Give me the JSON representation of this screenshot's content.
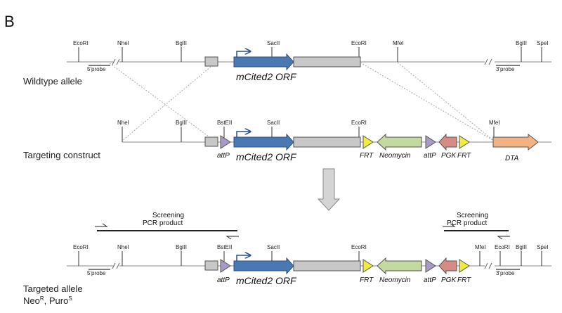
{
  "panel_label": "B",
  "wildtype": {
    "label": "Wildtype allele",
    "sites": {
      "ecori1": "EcoRI",
      "nhei": "NheI",
      "bglii1": "BglII",
      "sacii": "SacII",
      "ecori2": "EcoRI",
      "mfei": "MfeI",
      "bglii2": "BglII",
      "spei": "SpeI"
    },
    "probe5": "5'probe",
    "probe3": "3'probe",
    "orf": "mCited2 ORF"
  },
  "construct": {
    "label": "Targeting construct",
    "sites": {
      "nhei": "NheI",
      "bglii": "BglII",
      "bsteii": "BstEII",
      "sacii": "SacII",
      "ecori": "EcoRI",
      "mfei": "MfeI"
    },
    "attp1": "attP",
    "orf": "mCited2 ORF",
    "frt1": "FRT",
    "neo": "Neomycin",
    "attp2": "attP",
    "pgk": "PGK",
    "frt2": "FRT",
    "dta": "DTA"
  },
  "targeted": {
    "label_line1": "Targeted allele",
    "neo_base": "Neo",
    "neo_sup": "R",
    "sep": ", ",
    "puro_base": "Puro",
    "puro_sup": "S",
    "sites": {
      "ecori1": "EcoRI",
      "nhei": "NheI",
      "bglii1": "BglII",
      "bsteii": "BstEII",
      "sacii": "SacII",
      "ecori2": "EcoRI",
      "mfei": "MfeI",
      "ecori3": "EcoRI",
      "bglii2": "BglII",
      "spei": "SpeI"
    },
    "probe5": "5'probe",
    "probe3": "3'probe",
    "attp1": "attP",
    "orf": "mCited2 ORF",
    "frt1": "FRT",
    "neo": "Neomycin",
    "attp2": "attP",
    "pgk": "PGK",
    "frt2": "FRT",
    "pcr_left_line1": "Screening",
    "pcr_left_line2": "PCR product",
    "pcr_right_line1": "Screening",
    "pcr_right_line2": "PCR product"
  },
  "colors": {
    "orf_blue": "#4a78b3",
    "grey_box": "#c8c8c8",
    "attp_purple": "#a79ac8",
    "frt_yellow": "#f2ea3c",
    "neo_green": "#c4d9a0",
    "pgk_red": "#d88a84",
    "dta_orange": "#f4b183",
    "promoter_arrow": "#2b4f80"
  }
}
